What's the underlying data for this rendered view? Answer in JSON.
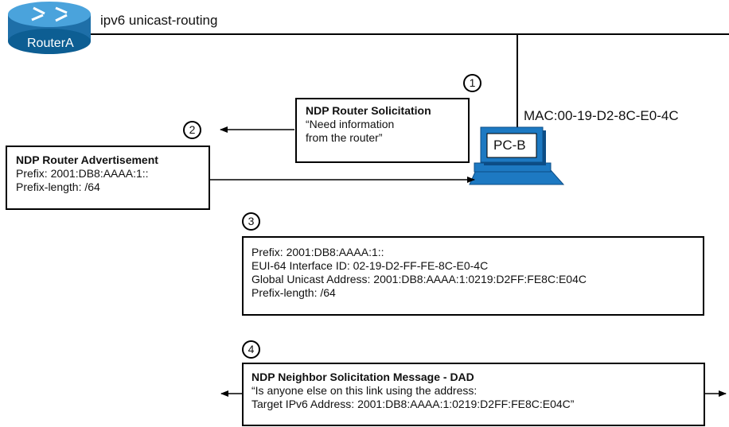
{
  "router": {
    "label": "RouterA",
    "config": "ipv6 unicast-routing"
  },
  "pc": {
    "label": "PC-B",
    "mac": "MAC:00-19-D2-8C-E0-4C"
  },
  "steps": [
    "1",
    "2",
    "3",
    "4"
  ],
  "rs_box": {
    "title": "NDP Router Solicitation",
    "lines": [
      "“Need information",
      "from the router”"
    ]
  },
  "ra_box": {
    "title": "NDP Router Advertisement",
    "lines": [
      "Prefix: 2001:DB8:AAAA:1::",
      "Prefix-length: /64"
    ]
  },
  "eui_box": {
    "lines": [
      "Prefix: 2001:DB8:AAAA:1::",
      "EUI-64 Interface ID: 02-19-D2-FF-FE-8C-E0-4C",
      "Global Unicast Address: 2001:DB8:AAAA:1:0219:D2FF:FE8C:E04C",
      "Prefix-length: /64"
    ]
  },
  "ns_box": {
    "title": "NDP Neighbor Solicitation Message - DAD",
    "lines": [
      "“Is anyone else on this link using the address:",
      "Target IPv6 Address: 2001:DB8:AAAA:1:0219:D2FF:FE8C:E04C”"
    ]
  },
  "colors": {
    "router": "#2b86c5",
    "router_dark": "#0d5e93",
    "pc": "#1d79c2",
    "pc_dark": "#0c4d86"
  }
}
